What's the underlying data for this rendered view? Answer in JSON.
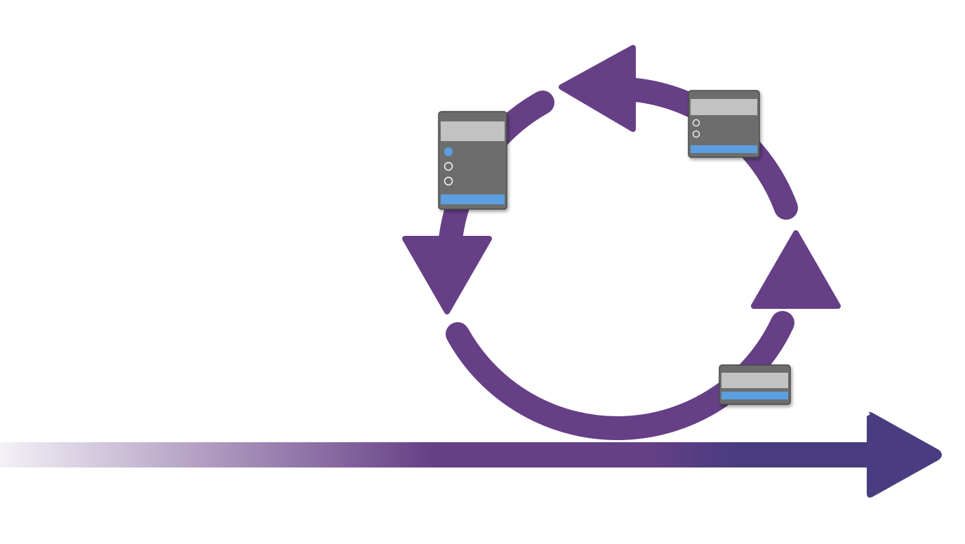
{
  "colors": {
    "arrow_purple": "#663F86",
    "timeline_purple_dark": "#4A3C80",
    "timeline_fade_start": "#F4F1F7",
    "form_body": "#6D6D6D",
    "form_header": "#C2C2C2",
    "form_border": "#4A4A4A",
    "form_button": "#5B9FE0",
    "radio_ring": "#FFFFFF",
    "radio_selected": "#5B9FE0"
  },
  "icons": {
    "timeline": "right-arrow-timeline",
    "cycle_arrows": "circular-arrow-icon",
    "forms": "form-window-icon"
  },
  "forms": [
    {
      "id": "form-a",
      "radio_options": 3,
      "selected_index": 0
    },
    {
      "id": "form-b",
      "radio_options": 2,
      "selected_index": -1
    },
    {
      "id": "form-c",
      "radio_options": 0,
      "selected_index": -1
    }
  ]
}
